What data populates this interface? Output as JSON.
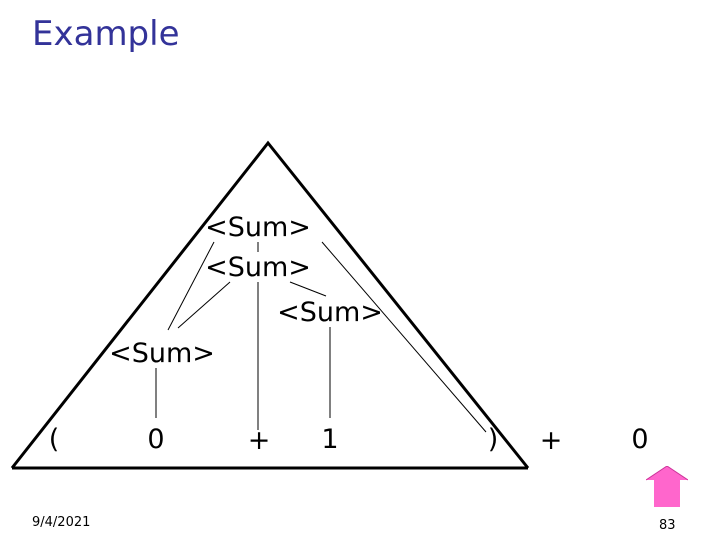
{
  "slide": {
    "title": "Example",
    "date": "9/4/2021",
    "page_number": "83"
  },
  "tree": {
    "nonterminals": [
      "<Sum>",
      "<Sum>",
      "<Sum>",
      "<Sum>"
    ],
    "terminals": [
      "(",
      "0",
      "+",
      "1",
      ")",
      "+",
      "0"
    ]
  },
  "icons": {
    "home": "home-up-arrow-icon"
  },
  "colors": {
    "title": "#333399",
    "home_button": "#ff66cc"
  }
}
